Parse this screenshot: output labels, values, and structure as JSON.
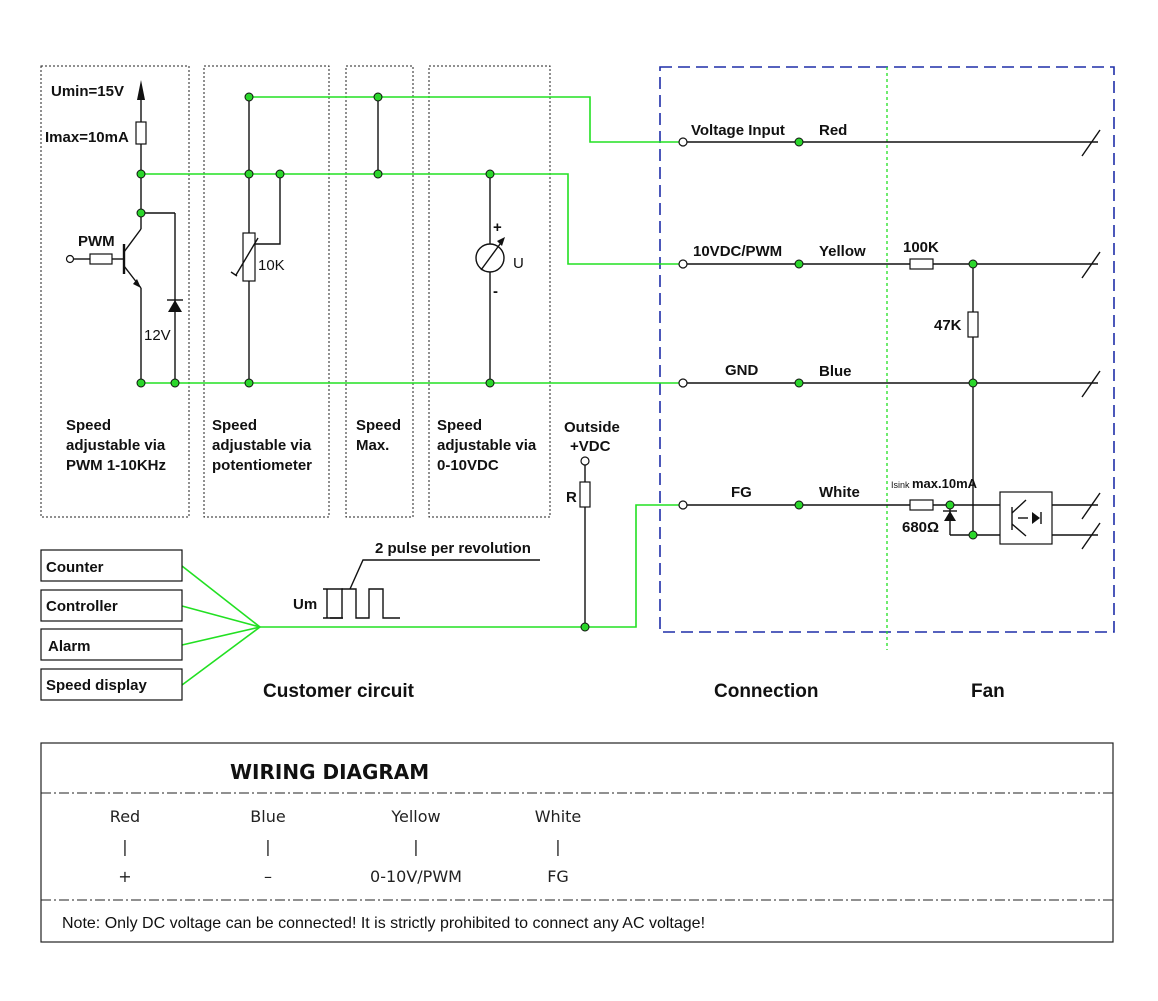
{
  "customer": {
    "pwm_block": {
      "umin": "Umin=15V",
      "imax": "Imax=10mA",
      "pwm": "PWM",
      "zener": "12V",
      "desc": [
        "Speed",
        "adjustable via",
        "PWM 1-10KHz"
      ]
    },
    "pot_block": {
      "pot": "10K",
      "desc": [
        "Speed",
        "adjustable via",
        "potentiometer"
      ]
    },
    "max_block": {
      "desc": [
        "Speed",
        "Max."
      ]
    },
    "volt_block": {
      "plus": "+",
      "minus": "-",
      "meter": "U",
      "desc": [
        "Speed",
        "adjustable via",
        "0-10VDC"
      ]
    },
    "outside": [
      "Outside",
      "+VDC"
    ],
    "resistor_r": "R",
    "pulse_label": "2 pulse per revolution",
    "um_label": "Um",
    "devices": [
      "Counter",
      "Controller",
      "Alarm",
      "Speed display"
    ]
  },
  "connection": {
    "rows": [
      {
        "signal": "Voltage Input",
        "wire": "Red"
      },
      {
        "signal": "10VDC/PWM",
        "wire": "Yellow"
      },
      {
        "signal": "GND",
        "wire": "Blue"
      },
      {
        "signal": "FG",
        "wire": "White"
      }
    ]
  },
  "fan": {
    "r100k": "100K",
    "r47k": "47K",
    "isink_sub": "Isink",
    "isink": "max.10mA",
    "r680": "680Ω"
  },
  "captions": {
    "customer": "Customer circuit",
    "connection": "Connection",
    "fan": "Fan"
  },
  "table": {
    "title": "WIRING DIAGRAM",
    "columns": [
      {
        "color": "Red",
        "bar": "|",
        "value": "+"
      },
      {
        "color": "Blue",
        "bar": "|",
        "value": "–"
      },
      {
        "color": "Yellow",
        "bar": "|",
        "value": "0-10V/PWM"
      },
      {
        "color": "White",
        "bar": "|",
        "value": "FG"
      }
    ],
    "note": "Note: Only DC voltage can be connected!  It is strictly prohibited to connect any AC voltage!"
  },
  "colors": {
    "wire_green": "#22e022",
    "node_green": "#2bd62b",
    "boundary_blue": "#1f2fa8"
  }
}
